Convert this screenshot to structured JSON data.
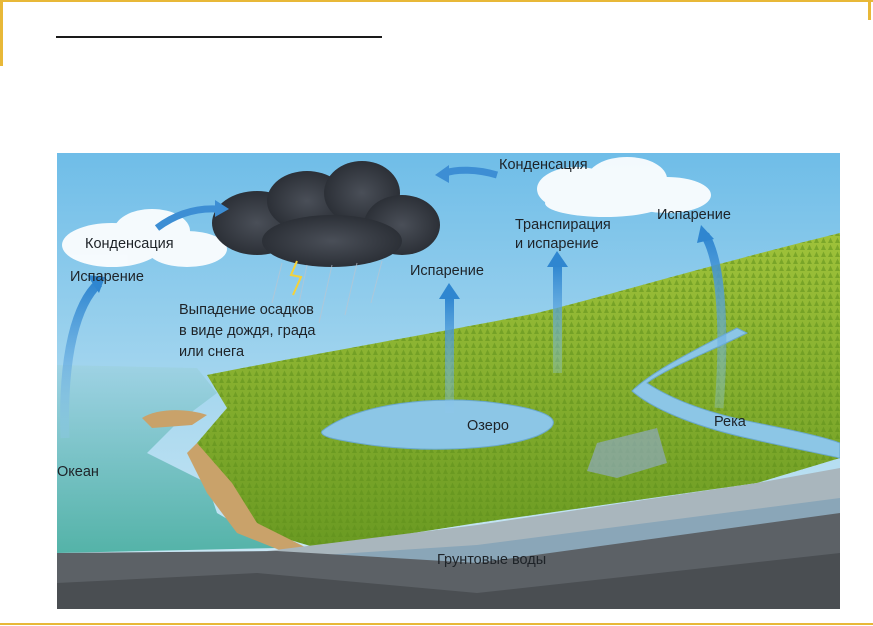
{
  "diagram": {
    "labels": {
      "condensation_left": "Конденсация",
      "evaporation_ocean": "Испарение",
      "precipitation": [
        "Выпадение осадков",
        "в виде дождя, града",
        "или снега"
      ],
      "condensation_top": "Конденсация",
      "transpiration": [
        "Транспирация",
        "и испарение"
      ],
      "evaporation_right": "Испарение",
      "evaporation_lake": "Испарение",
      "lake": "Озеро",
      "river": "Река",
      "ocean": "Океан",
      "groundwater": "Грунтовые воды"
    }
  },
  "colors": {
    "frame_accent": "#e8b838",
    "arrow": "#3d8ed4",
    "sky": "#7ec3e8",
    "vegetation": "#7fae2a",
    "water": "#7ab8dc"
  }
}
